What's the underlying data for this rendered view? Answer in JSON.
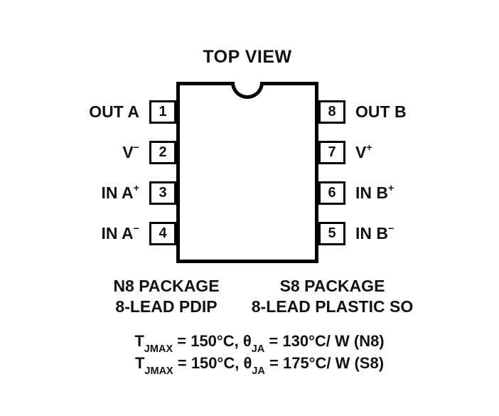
{
  "title": "TOP VIEW",
  "pins": {
    "left": [
      {
        "num": "1",
        "base": "OUT A",
        "sup": ""
      },
      {
        "num": "2",
        "base": "V",
        "sup": "−"
      },
      {
        "num": "3",
        "base": "IN A",
        "sup": "+"
      },
      {
        "num": "4",
        "base": "IN A",
        "sup": "−"
      }
    ],
    "right": [
      {
        "num": "8",
        "base": "OUT B",
        "sup": ""
      },
      {
        "num": "7",
        "base": "V",
        "sup": "+"
      },
      {
        "num": "6",
        "base": "IN B",
        "sup": "+"
      },
      {
        "num": "5",
        "base": "IN B",
        "sup": "−"
      }
    ]
  },
  "packages": {
    "left": {
      "name": "N8 PACKAGE",
      "type": "8-LEAD PDIP"
    },
    "right": {
      "name": "S8 PACKAGE",
      "type": "8-LEAD PLASTIC SO"
    }
  },
  "thermal": [
    {
      "p1": "T",
      "s1": "JMAX",
      "p2": " = 150°C, θ",
      "s2": "JA",
      "p3": " = 130°C/ W (N8)"
    },
    {
      "p1": "T",
      "s1": "JMAX",
      "p2": " = 150°C, θ",
      "s2": "JA",
      "p3": " = 175°C/ W (S8)"
    }
  ]
}
